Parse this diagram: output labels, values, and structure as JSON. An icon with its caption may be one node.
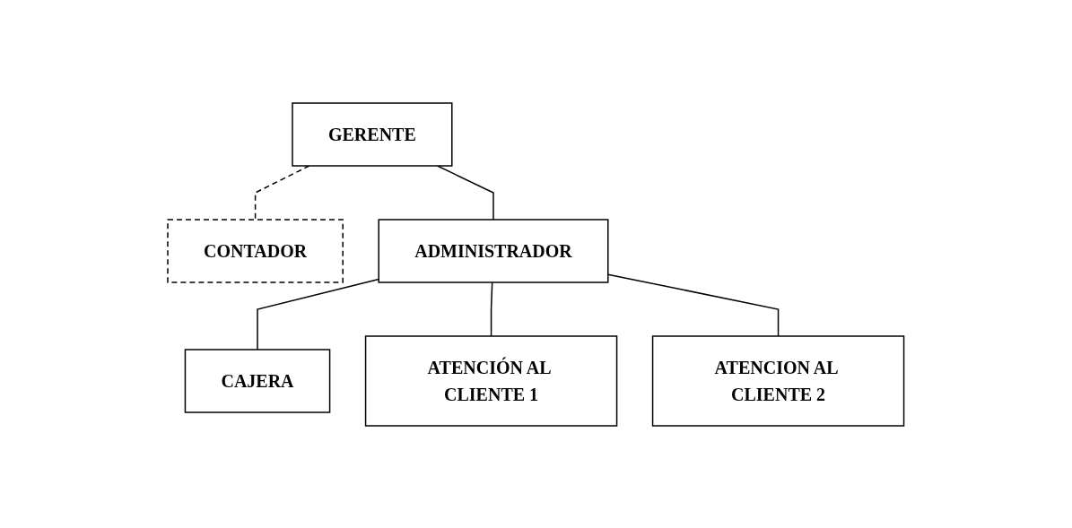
{
  "diagram": {
    "nodes": [
      {
        "text": [
          "GERENTE"
        ]
      },
      {
        "text": [
          "CONTADOR"
        ]
      },
      {
        "text": [
          "ADMINISTRADOR"
        ]
      },
      {
        "text": [
          "CAJERA"
        ]
      },
      {
        "text": [
          "ATENCIÓN AL CLIENTE 1"
        ]
      },
      {
        "text": [
          "ATENCION AL CLIENTE 2"
        ]
      }
    ],
    "edges": [
      {
        "from": 0,
        "to": 2,
        "arrow": "none"
      },
      {
        "from": 0,
        "to": 1,
        "arrow": "none",
        "style": "dashed"
      },
      {
        "from": 2,
        "to": 3,
        "arrow": "none"
      },
      {
        "from": 2,
        "to": 4,
        "arrow": "none"
      },
      {
        "from": 2,
        "to": 5,
        "arrow": "none"
      }
    ]
  }
}
